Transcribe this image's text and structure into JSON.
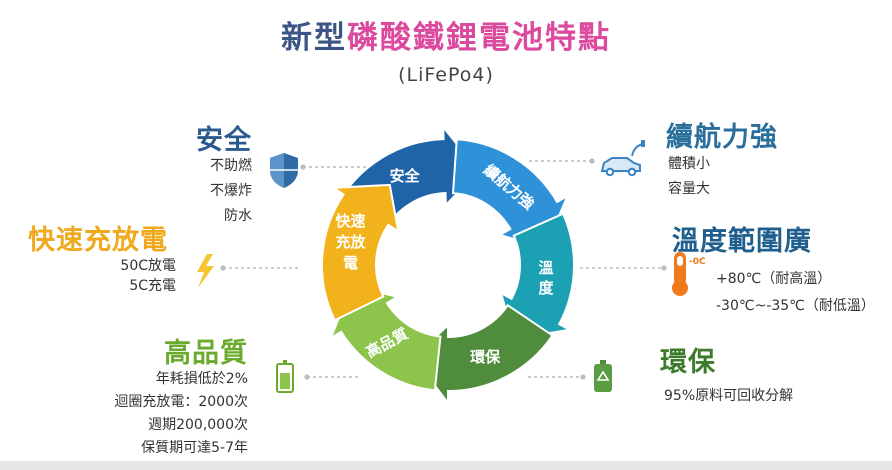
{
  "title": {
    "part1": "新型",
    "part2": "磷酸鐵鋰電池特點"
  },
  "subtitle": "(LiFePo4)",
  "segments": [
    {
      "label": "安全",
      "color": "#1f64a8"
    },
    {
      "label": "續航力強",
      "color": "#2f91d8"
    },
    {
      "label": "溫度",
      "color": "#1ba1b3"
    },
    {
      "label": "環保",
      "color": "#4f8c3c"
    },
    {
      "label": "高品質",
      "color": "#8cc44c"
    },
    {
      "label": "快速充放電",
      "color": "#f2b21b"
    }
  ],
  "features": {
    "safety": {
      "heading": "安全",
      "color": "#2a5a8e",
      "lines": [
        "不助燃",
        "不爆炸",
        "防水"
      ],
      "icon": "shield-icon"
    },
    "endurance": {
      "heading": "續航力強",
      "color": "#2a6f9c",
      "lines": [
        "體積小",
        "容量大"
      ],
      "icon": "electric-car-icon"
    },
    "temperature": {
      "heading": "溫度範圍廣",
      "color": "#1f5f8e",
      "lines": [
        "+80℃（耐高溫）",
        "-30℃~-35℃（耐低溫）"
      ],
      "icon": "thermometer-icon",
      "icon_label": "-0C"
    },
    "eco": {
      "heading": "環保",
      "color": "#3c7a2c",
      "lines": [
        "95%原料可回收分解"
      ],
      "icon": "recycle-battery-icon"
    },
    "quality": {
      "heading": "高品質",
      "color": "#6aaa2c",
      "lines": [
        "年耗損低於2%",
        "迴圈充放電：2000次",
        "週期200,000次",
        "保質期可達5-7年"
      ],
      "icon": "battery-icon"
    },
    "fastcharge": {
      "heading": "快速充放電",
      "color": "#f0a81c",
      "lines": [
        "50C放電",
        "5C充電"
      ],
      "icon": "lightning-icon"
    }
  }
}
